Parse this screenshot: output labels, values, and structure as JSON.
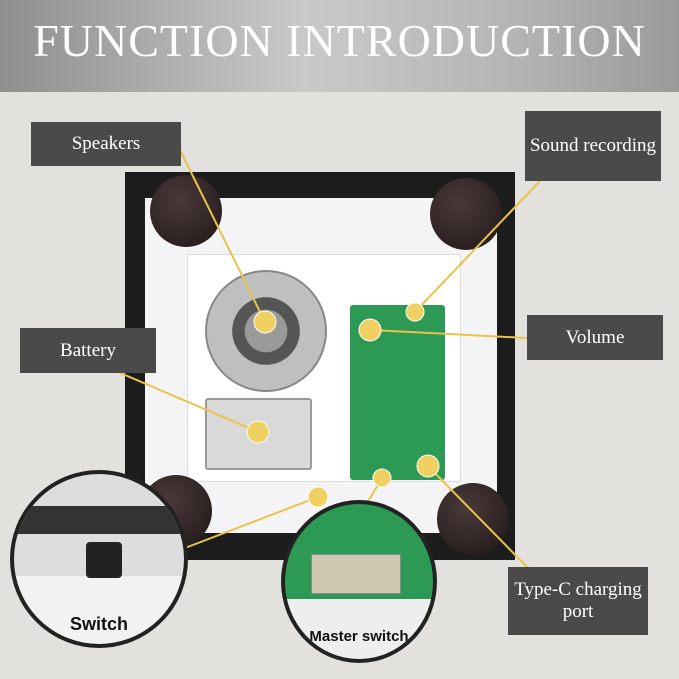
{
  "header": {
    "title": "FUNCTION INTRODUCTION"
  },
  "labels": {
    "speakers": "Speakers",
    "sound_recording": "Sound recording",
    "volume": "Volume",
    "battery": "Battery",
    "type_c": "Type-C charging port"
  },
  "insets": {
    "switch": "Switch",
    "master_switch": "Master switch"
  },
  "accent": "#e9c24a"
}
